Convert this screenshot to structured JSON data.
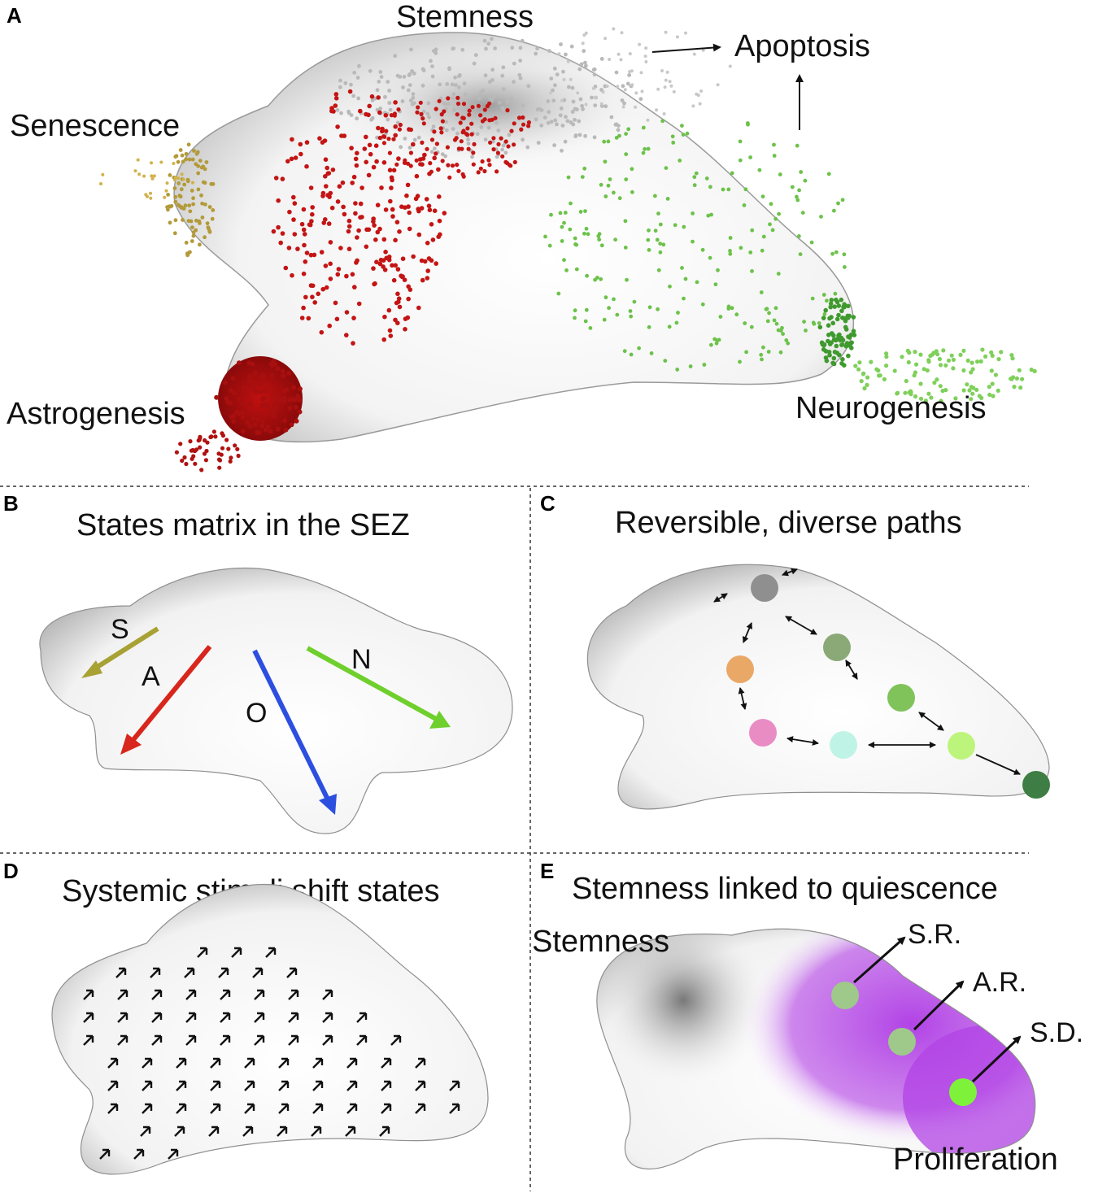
{
  "panels": {
    "A": {
      "letter": "A",
      "labels": {
        "stemness": "Stemness",
        "apoptosis": "Apoptosis",
        "senescence": "Senescence",
        "astrogenesis": "Astrogenesis",
        "neurogenesis": "Neurogenesis"
      }
    },
    "B": {
      "letter": "B",
      "title": "States matrix in the SEZ",
      "arrows": [
        {
          "label": "S",
          "color": "#a8a133"
        },
        {
          "label": "A",
          "color": "#d8261c"
        },
        {
          "label": "O",
          "color": "#2d4fe0"
        },
        {
          "label": "N",
          "color": "#6fcf2c"
        }
      ]
    },
    "C": {
      "letter": "C",
      "title": "Reversible, diverse paths",
      "node_colors": [
        "#8f8f8f",
        "#eaa867",
        "#e98cc4",
        "#bff3e5",
        "#8aa977",
        "#7fc35a",
        "#bdf47c",
        "#3e7e44"
      ]
    },
    "D": {
      "letter": "D",
      "title": "Systemic stimuli shift states"
    },
    "E": {
      "letter": "E",
      "title": "Stemness linked to quiescence",
      "labels": {
        "stemness": "Stemness",
        "proliferation": "Proliferation",
        "sr": "S.R.",
        "ar": "A.R.",
        "sd": "S.D."
      },
      "accent": "#b243e6"
    }
  }
}
